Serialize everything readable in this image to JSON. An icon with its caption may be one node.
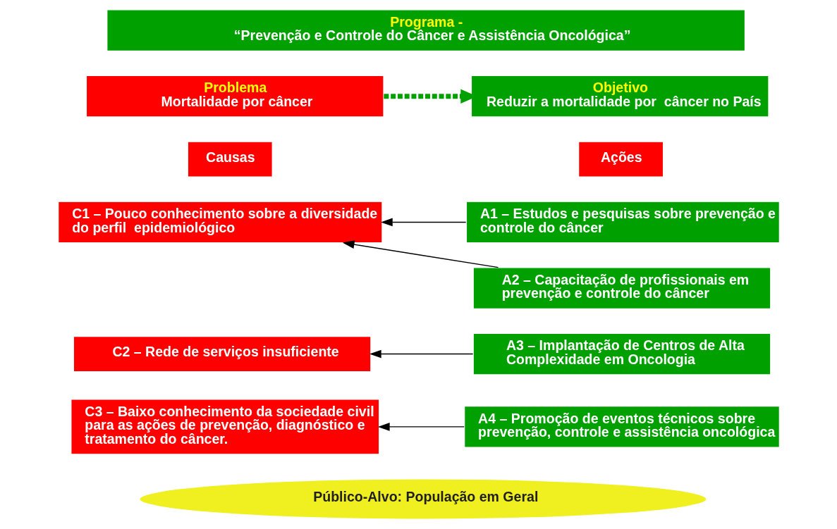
{
  "diagram": {
    "nodes": [
      {
        "text": [
          "Programa -",
          "“Prevenção e Controle do Câncer e Assistência Oncológica”"
        ]
      },
      {
        "text": [
          "Problema",
          "Mortalidade por câncer"
        ]
      },
      {
        "text": [
          "Objetivo",
          "Reduzir a mortalidade por  câncer no País"
        ]
      },
      {
        "text": [
          "Causas"
        ]
      },
      {
        "text": [
          "Ações"
        ]
      },
      {
        "text": [
          "C1 – Pouco conhecimento sobre a diversidade do perfil  epidemiológico"
        ]
      },
      {
        "text": [
          "C2 – Rede de serviços insuficiente"
        ]
      },
      {
        "text": [
          "C3 – Baixo conhecimento da sociedade civil para as ações de prevenção, diagnóstico e tratamento do câncer."
        ]
      },
      {
        "text": [
          "A1 – Estudos e pesquisas sobre prevenção e controle do câncer"
        ]
      },
      {
        "text": [
          "A2 – Capacitação de profissionais em prevenção e controle do câncer"
        ]
      },
      {
        "text": [
          "A3 – Implantação de Centros de Alta Complexidade em Oncologia"
        ]
      },
      {
        "text": [
          "A4 – Promoção de eventos técnicos sobre prevenção, controle e assistência oncológica"
        ]
      },
      {
        "text": [
          "Público-Alvo: População em Geral"
        ]
      }
    ],
    "edges": [
      {
        "from": 1,
        "to": 2,
        "arrow": "to",
        "style": "dashed",
        "color": "#00a000"
      },
      {
        "from": 8,
        "to": 5,
        "arrow": "to"
      },
      {
        "from": 9,
        "to": 5,
        "arrow": "to"
      },
      {
        "from": 10,
        "to": 6,
        "arrow": "to"
      },
      {
        "from": 11,
        "to": 7,
        "arrow": "to"
      }
    ]
  }
}
